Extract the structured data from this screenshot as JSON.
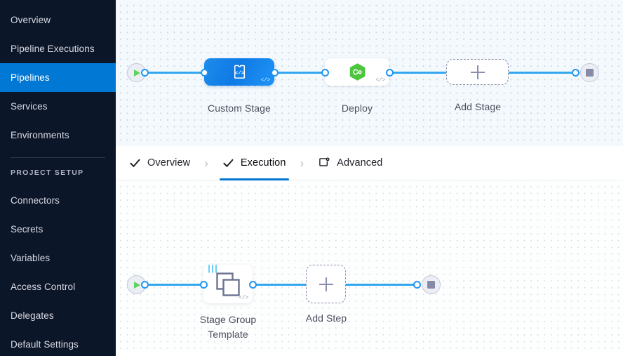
{
  "sidebar": {
    "items": [
      {
        "label": "Overview",
        "active": false
      },
      {
        "label": "Pipeline Executions",
        "active": false
      },
      {
        "label": "Pipelines",
        "active": true
      },
      {
        "label": "Services",
        "active": false
      },
      {
        "label": "Environments",
        "active": false
      }
    ],
    "section_title": "PROJECT SETUP",
    "section_items": [
      {
        "label": "Connectors"
      },
      {
        "label": "Secrets"
      },
      {
        "label": "Variables"
      },
      {
        "label": "Access Control"
      },
      {
        "label": "Delegates"
      },
      {
        "label": "Default Settings"
      }
    ],
    "colors": {
      "background": "#0b1628",
      "active": "#0278d5",
      "text": "#d9dae5"
    }
  },
  "tabs": [
    {
      "label": "Overview",
      "icon": "check-icon",
      "active": false
    },
    {
      "label": "Execution",
      "icon": "check-icon",
      "active": true
    },
    {
      "label": "Advanced",
      "icon": "advanced-card-gear-icon",
      "active": false
    }
  ],
  "tab_separator": "›",
  "stage_canvas": {
    "start_node": "start-play-icon",
    "end_node": "stop-square-icon",
    "nodes": [
      {
        "label": "Custom Stage",
        "icon": "custom-stage-code-icon",
        "type": "custom",
        "marker": "</>"
      },
      {
        "label": "Deploy",
        "icon": "deploy-hexagon-infinity-icon",
        "type": "deploy",
        "marker": "</>"
      },
      {
        "label": "Add Stage",
        "icon": "plus-icon",
        "type": "add"
      }
    ]
  },
  "step_canvas": {
    "start_node": "start-play-icon",
    "end_node": "stop-square-icon",
    "nodes": [
      {
        "label_line1": "Stage Group",
        "label_line2": "Template",
        "icon": "stacked-squares-template-icon",
        "type": "template",
        "marker": "</>",
        "badge": "|||"
      },
      {
        "label": "Add Step",
        "icon": "plus-icon",
        "type": "add"
      }
    ]
  },
  "colors": {
    "accent_blue": "#0278d5",
    "edge_blue": "#33a7f0",
    "stage_blue": "#0f7ae5",
    "deploy_green": "#4dc53f",
    "dashed_grey": "#8a8fab",
    "canvas_top_bg": "#f4f9fd",
    "canvas_bottom_bg": "#fdfefe"
  }
}
